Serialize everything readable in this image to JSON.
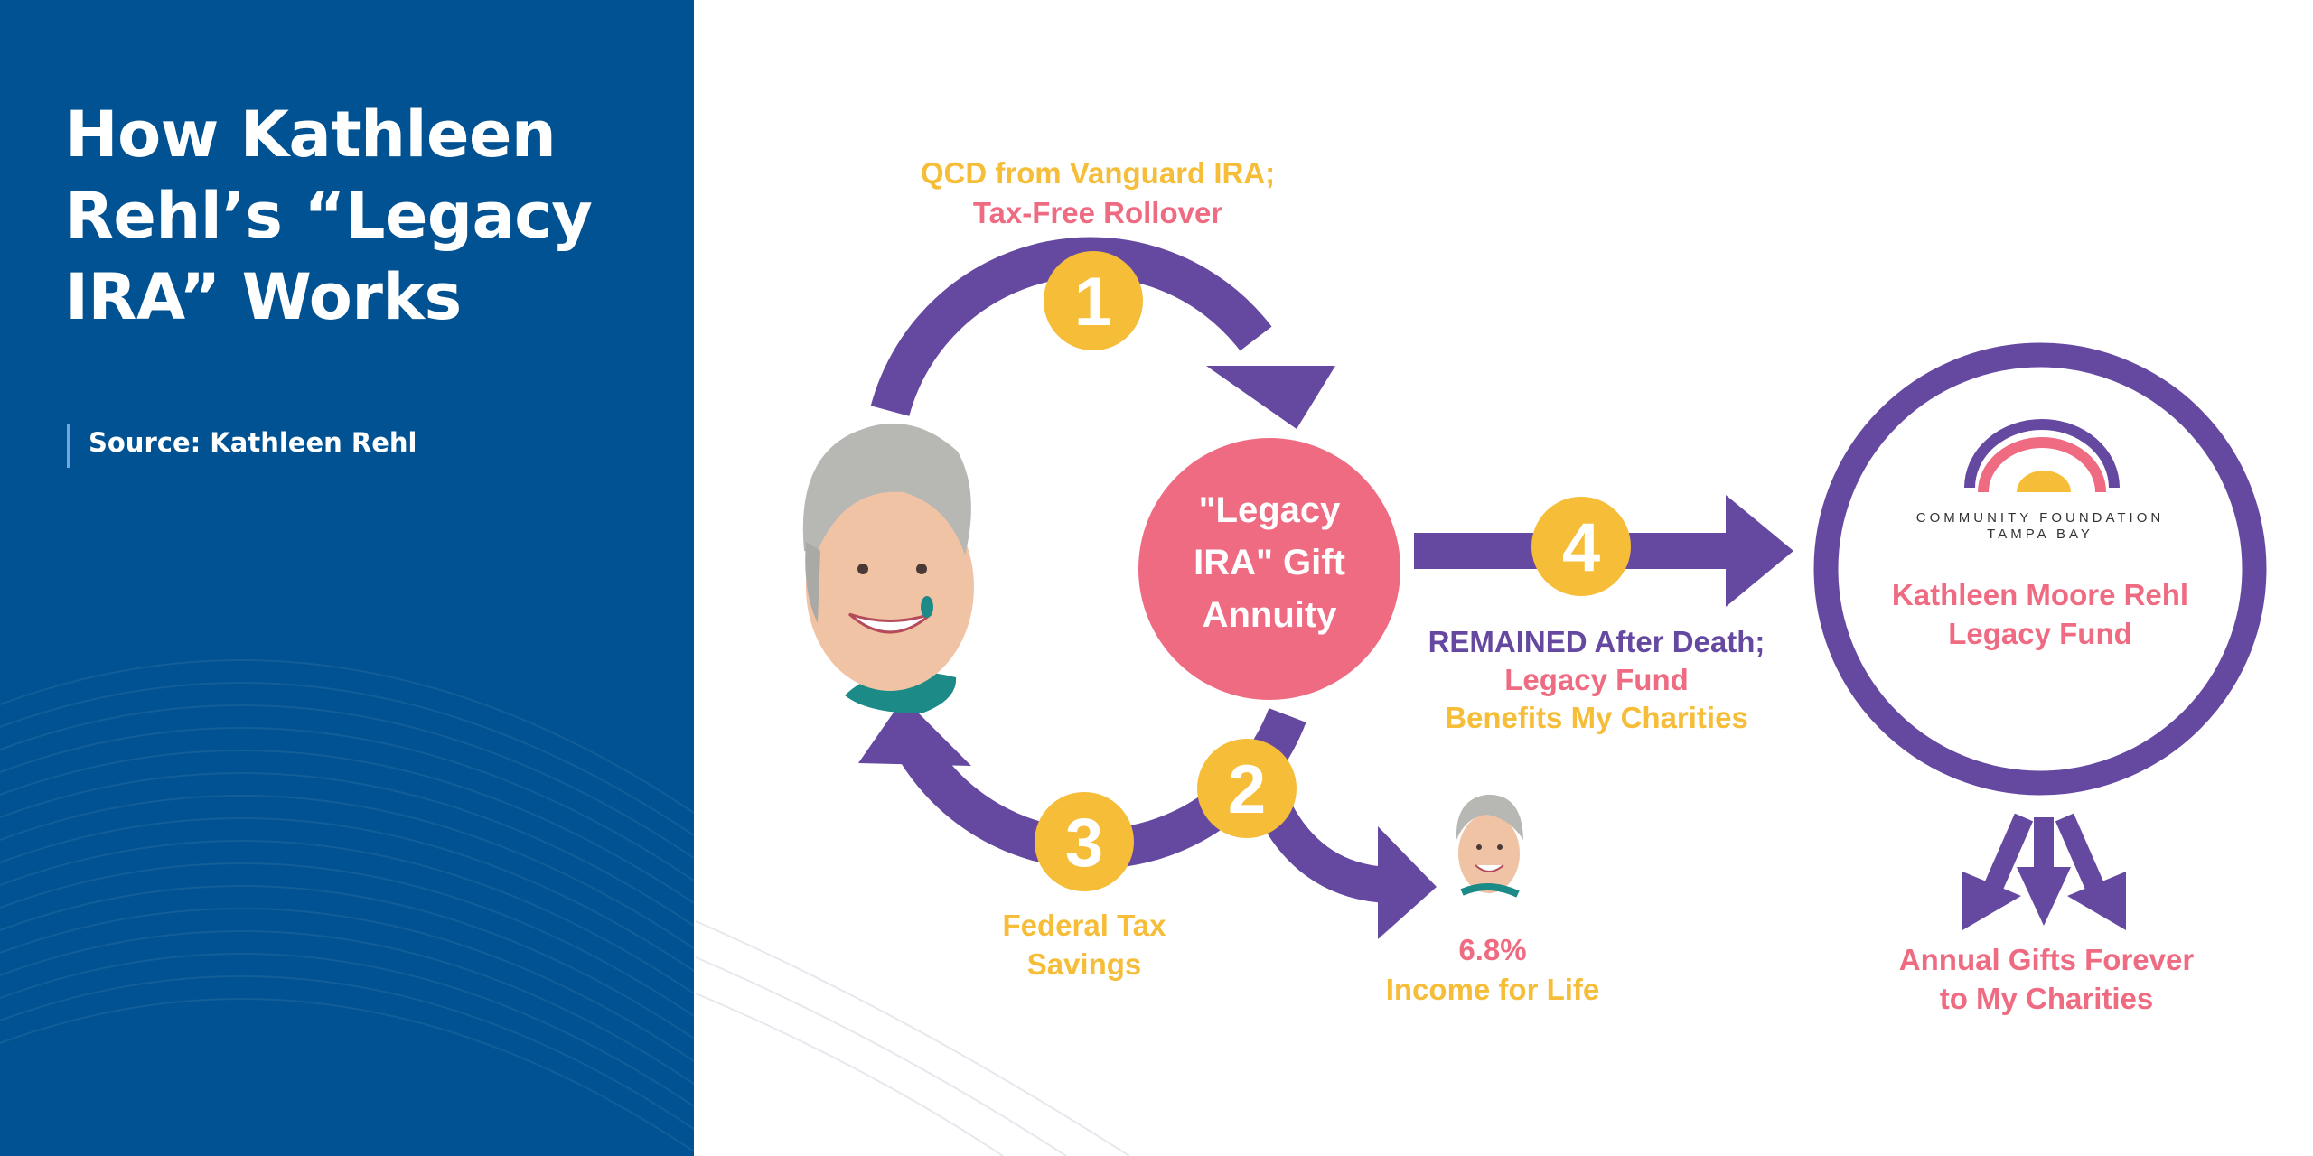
{
  "title_lines": [
    "How Kathleen",
    "Rehl’s  “Legacy",
    "IRA” Works"
  ],
  "source": "Source: Kathleen Rehl",
  "steps": [
    "1",
    "2",
    "3",
    "4"
  ],
  "center": [
    "\"Legacy",
    "IRA\" Gift",
    "Annuity"
  ],
  "step1_label": {
    "line1": "QCD from Vanguard IRA;",
    "line2": "Tax-Free Rollover"
  },
  "step2_label": {
    "line1": "6.8%",
    "line2": "Income for Life"
  },
  "step3_label": {
    "line1": "Federal Tax",
    "line2": "Savings"
  },
  "step4_label": {
    "line1": "REMAINED After Death;",
    "line2": "Legacy Fund",
    "line3": "Benefits My Charities"
  },
  "foundation": {
    "logo_line1": "COMMUNITY FOUNDATION",
    "logo_line2": "TAMPA BAY",
    "fund_line1": "Kathleen Moore Rehl",
    "fund_line2": "Legacy Fund"
  },
  "gifts": {
    "line1": "Annual Gifts Forever",
    "line2": "to My Charities"
  },
  "colors": {
    "sidebar": "#005292",
    "purple": "#6549a1",
    "gold": "#f5bd38",
    "pink": "#ee6b82",
    "source_bar": "#6fa8dc"
  }
}
